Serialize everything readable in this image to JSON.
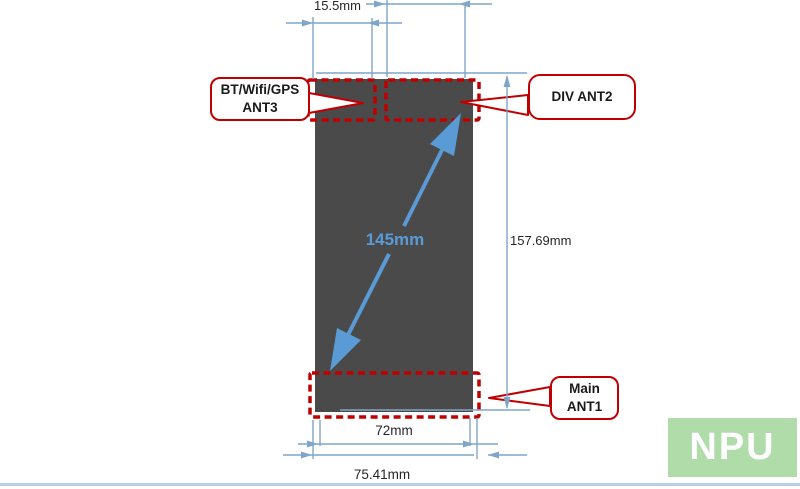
{
  "figure": {
    "type": "phone-antenna-placement-diagram",
    "callouts": {
      "ant3": {
        "line1": "BT/Wifi/GPS",
        "line2": "ANT3"
      },
      "ant2": {
        "label": "DIV ANT2"
      },
      "ant1": {
        "line1": "Main",
        "line2": "ANT1"
      }
    },
    "dimensions": {
      "top_offset": "15.5mm",
      "diagonal_length": "145mm",
      "body_height": "157.69mm",
      "inner_width": "72mm",
      "outer_width": "75.41mm"
    },
    "colors": {
      "phone_body": "#4a4a4a",
      "annotation_red": "#c00000",
      "dimension_blue": "#7fa5c8",
      "arrow_blue": "#5b9bd5",
      "watermark_green": "#b0dcaa",
      "bottom_rule_blue": "#b8cfe6"
    },
    "watermark": {
      "text": "NPU"
    }
  }
}
